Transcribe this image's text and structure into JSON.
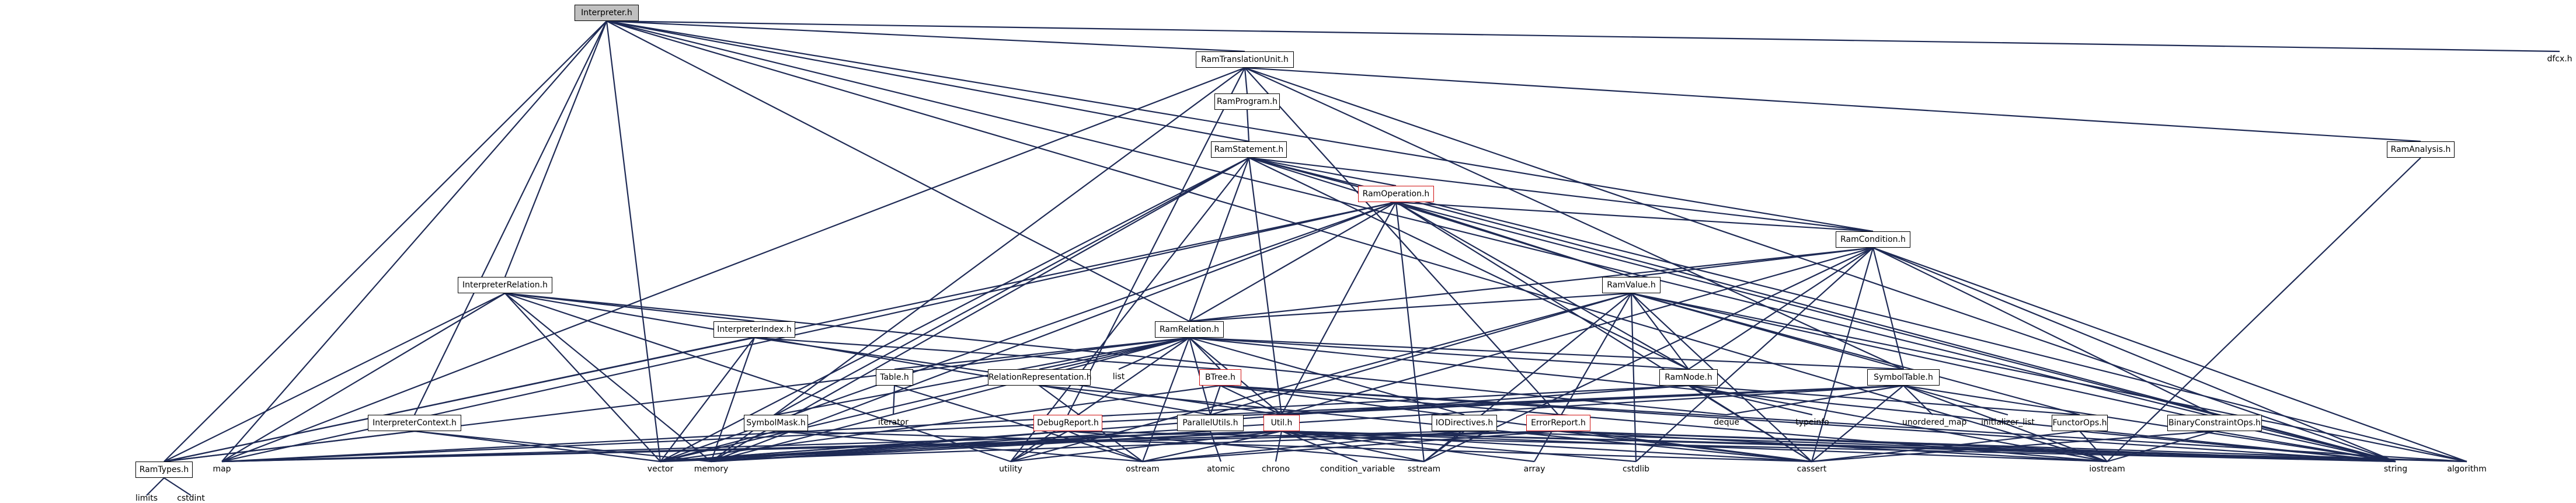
{
  "nodes": {
    "interpreter_h": "Interpreter.h",
    "dfcx_h": "dfcx.h",
    "ram_translation_unit_h": "RamTranslationUnit.h",
    "ram_program_h": "RamProgram.h",
    "ram_analysis_h": "RamAnalysis.h",
    "ram_statement_h": "RamStatement.h",
    "ram_operation_h": "RamOperation.h",
    "ram_condition_h": "RamCondition.h",
    "ram_value_h": "RamValue.h",
    "ram_relation_h": "RamRelation.h",
    "ram_node_h": "RamNode.h",
    "interpreter_relation_h": "InterpreterRelation.h",
    "interpreter_index_h": "InterpreterIndex.h",
    "interpreter_context_h": "InterpreterContext.h",
    "symbol_table_h": "SymbolTable.h",
    "table_h": "Table.h",
    "relation_representation_h": "RelationRepresentation.h",
    "btree_h": "BTree.h",
    "symbol_mask_h": "SymbolMask.h",
    "parallel_utils_h": "ParallelUtils.h",
    "util_h": "Util.h",
    "io_directives_h": "IODirectives.h",
    "debug_report_h": "DebugReport.h",
    "error_report_h": "ErrorReport.h",
    "functor_ops_h": "FunctorOps.h",
    "binary_constraint_ops_h": "BinaryConstraintOps.h",
    "ram_types_h": "RamTypes.h",
    "list": "list",
    "iterator": "iterator",
    "deque": "deque",
    "typeinfo": "typeinfo",
    "unordered_map": "unordered_map",
    "initializer_list": "initializer_list",
    "map": "map",
    "vector": "vector",
    "memory": "memory",
    "utility": "utility",
    "ostream": "ostream",
    "atomic": "atomic",
    "chrono": "chrono",
    "condition_variable": "condition_variable",
    "sstream": "sstream",
    "array": "array",
    "cstdlib": "cstdlib",
    "cassert": "cassert",
    "iostream": "iostream",
    "string": "string",
    "algorithm": "algorithm",
    "limits": "limits",
    "cstdint": "cstdint"
  },
  "colors": {
    "edge": "#1e2a55",
    "root_fill": "#c0c0c0",
    "incomplete_border": "#d01010"
  }
}
